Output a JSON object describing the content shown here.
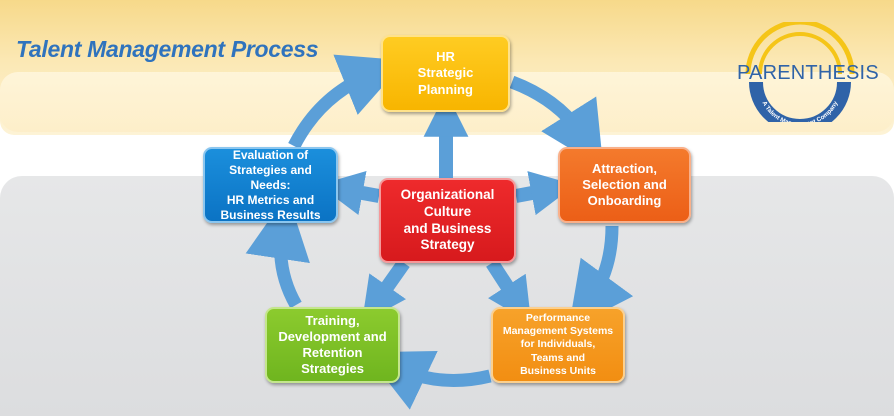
{
  "title": "Talent Management Process",
  "logo": {
    "name": "PARENTHESIS",
    "tagline": "A Talent Management Company"
  },
  "diagram": {
    "center": [
      "Organizational",
      "Culture",
      "and Business",
      "Strategy"
    ],
    "stages": {
      "hr_planning": [
        "HR",
        "Strategic",
        "Planning"
      ],
      "attraction": [
        "Attraction,",
        "Selection and",
        "Onboarding"
      ],
      "performance": [
        "Performance",
        "Management Systems",
        "for Individuals,",
        "Teams and",
        "Business Units"
      ],
      "training": [
        "Training,",
        "Development and",
        "Retention Strategies"
      ],
      "evaluation": [
        "Evaluation of",
        "Strategies and Needs:",
        "HR Metrics and",
        "Business Results"
      ]
    }
  },
  "colors": {
    "arrow": "#5b9fd8",
    "hr_planning": "#f8b500",
    "attraction": "#ec5f17",
    "performance": "#f28e12",
    "training": "#6fb51f",
    "evaluation": "#0b73c4",
    "center": "#d71a1d",
    "title": "#2f73bd"
  }
}
